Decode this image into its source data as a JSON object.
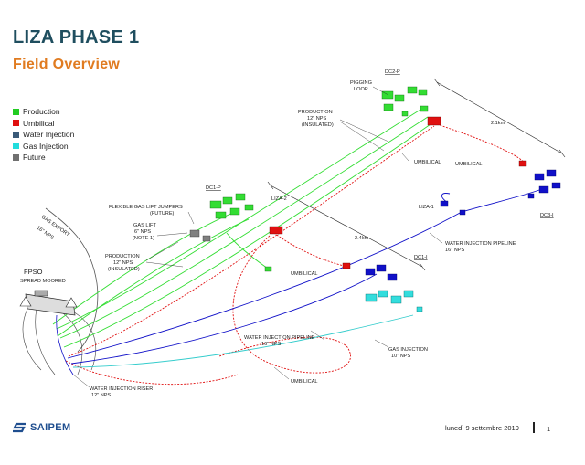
{
  "header": {
    "title": "LIZA PHASE 1",
    "subtitle": "Field Overview"
  },
  "legend": [
    {
      "label": "Production",
      "color": "#22cc22"
    },
    {
      "label": "Umbilical",
      "color": "#e01010"
    },
    {
      "label": "Water Injection",
      "color": "#3a5a78"
    },
    {
      "label": "Gas Injection",
      "color": "#22dddd"
    },
    {
      "label": "Future",
      "color": "#707070"
    }
  ],
  "colors": {
    "production": "#33dd33",
    "umbilical": "#e01010",
    "water_injection": "#1010c8",
    "gas_injection": "#33cccc",
    "future": "#808080",
    "brand": "#1f4e8f"
  },
  "diagram": {
    "labels": {
      "dc2p": "DC2-P",
      "pigging_loop_1": "PIGGING",
      "pigging_loop_2": "LOOP",
      "production_top_1": "PRODUCTION",
      "production_top_2": "12\" NPS",
      "production_top_3": "(INSULATED)",
      "umbilical_1": "UMBILICAL",
      "umbilical_2": "UMBILICAL",
      "umbilical_3": "UMBILICAL",
      "umbilical_4": "UMBILICAL",
      "dist_21": "2.1km",
      "dist_24": "2.4km",
      "dc1p": "DC1-P",
      "liza2": "LIZA-2",
      "liza1": "LIZA-1",
      "dc3i": "DC3-I",
      "dc1i": "DC1-I",
      "flex_jumpers_1": "FLEXIBLE GAS LIFT JUMPERS",
      "flex_jumpers_2": "(FUTURE)",
      "gas_lift_1": "GAS LIFT",
      "gas_lift_2": "6\" NPS",
      "gas_lift_3": "(NOTE 1)",
      "production_mid_1": "PRODUCTION",
      "production_mid_2": "12\" NPS",
      "production_mid_3": "(INSULATED)",
      "gas_export_1": "GAS EXPORT",
      "gas_export_2": "16\" NPS",
      "fpso_1": "FPSO",
      "fpso_2": "SPREAD MOORED",
      "wip_right_1": "WATER INJECTION PIPELINE",
      "wip_right_2": "16\" NPS",
      "wip_mid_1": "WATER INJECTION PIPELINE",
      "wip_mid_2": "16\" NPS",
      "gas_inj_1": "GAS INJECTION",
      "gas_inj_2": "10\" NPS",
      "wir_1": "WATER INJECTION RISER",
      "wir_2": "12\" NPS"
    }
  },
  "footer": {
    "logo_text": "SAIPEM",
    "date": "lunedì 9 settembre 2019",
    "page": "1"
  }
}
